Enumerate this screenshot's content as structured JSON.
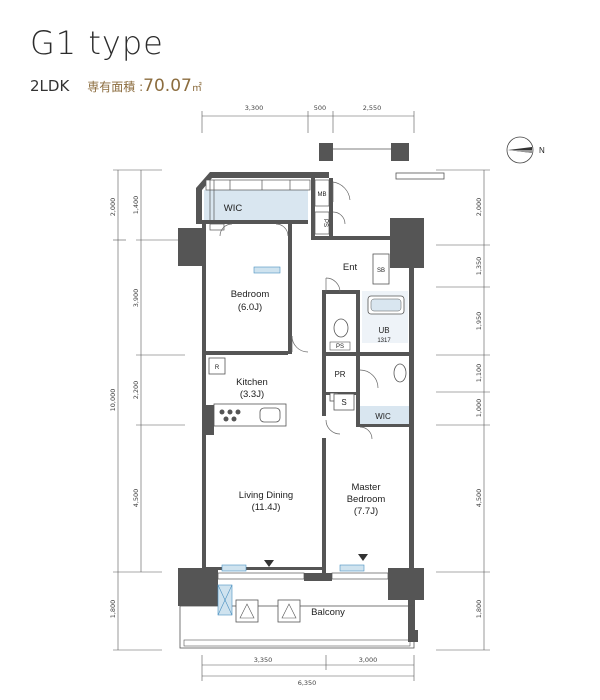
{
  "header": {
    "title": "G1 type",
    "layout": "2LDK",
    "area_label": "専有面積 :",
    "area_value": "70.07",
    "area_unit": "㎡"
  },
  "compass": {
    "label": "N"
  },
  "rooms": {
    "wic_top": "WIC",
    "mb": "MB",
    "ps_top": "PS",
    "entrance": "Ent",
    "sb": "SB",
    "bedroom_name": "Bedroom",
    "bedroom_size": "(6.0J)",
    "ub_name": "UB",
    "ub_size": "1317",
    "ps_mid": "PS",
    "pr": "PR",
    "kitchen_name": "Kitchen",
    "kitchen_size": "(3.3J)",
    "r_label": "R",
    "s_label": "S",
    "wic_right": "WIC",
    "living_name": "Living Dining",
    "living_size": "(11.4J)",
    "master_name_1": "Master",
    "master_name_2": "Bedroom",
    "master_size": "(7.7J)",
    "balcony": "Balcony"
  },
  "dimensions": {
    "top": [
      "3,300",
      "500",
      "2,550"
    ],
    "bottom": [
      "3,350",
      "3,000"
    ],
    "bottom_total": "6,350",
    "left_inner": [
      "1,400",
      "3,900",
      "2,200",
      "4,500"
    ],
    "left_outer": [
      "2,000",
      "10,000",
      "1,800"
    ],
    "right": [
      "2,000",
      "1,350",
      "1,950",
      "1,100",
      "1,000",
      "4,500",
      "1,800"
    ]
  }
}
